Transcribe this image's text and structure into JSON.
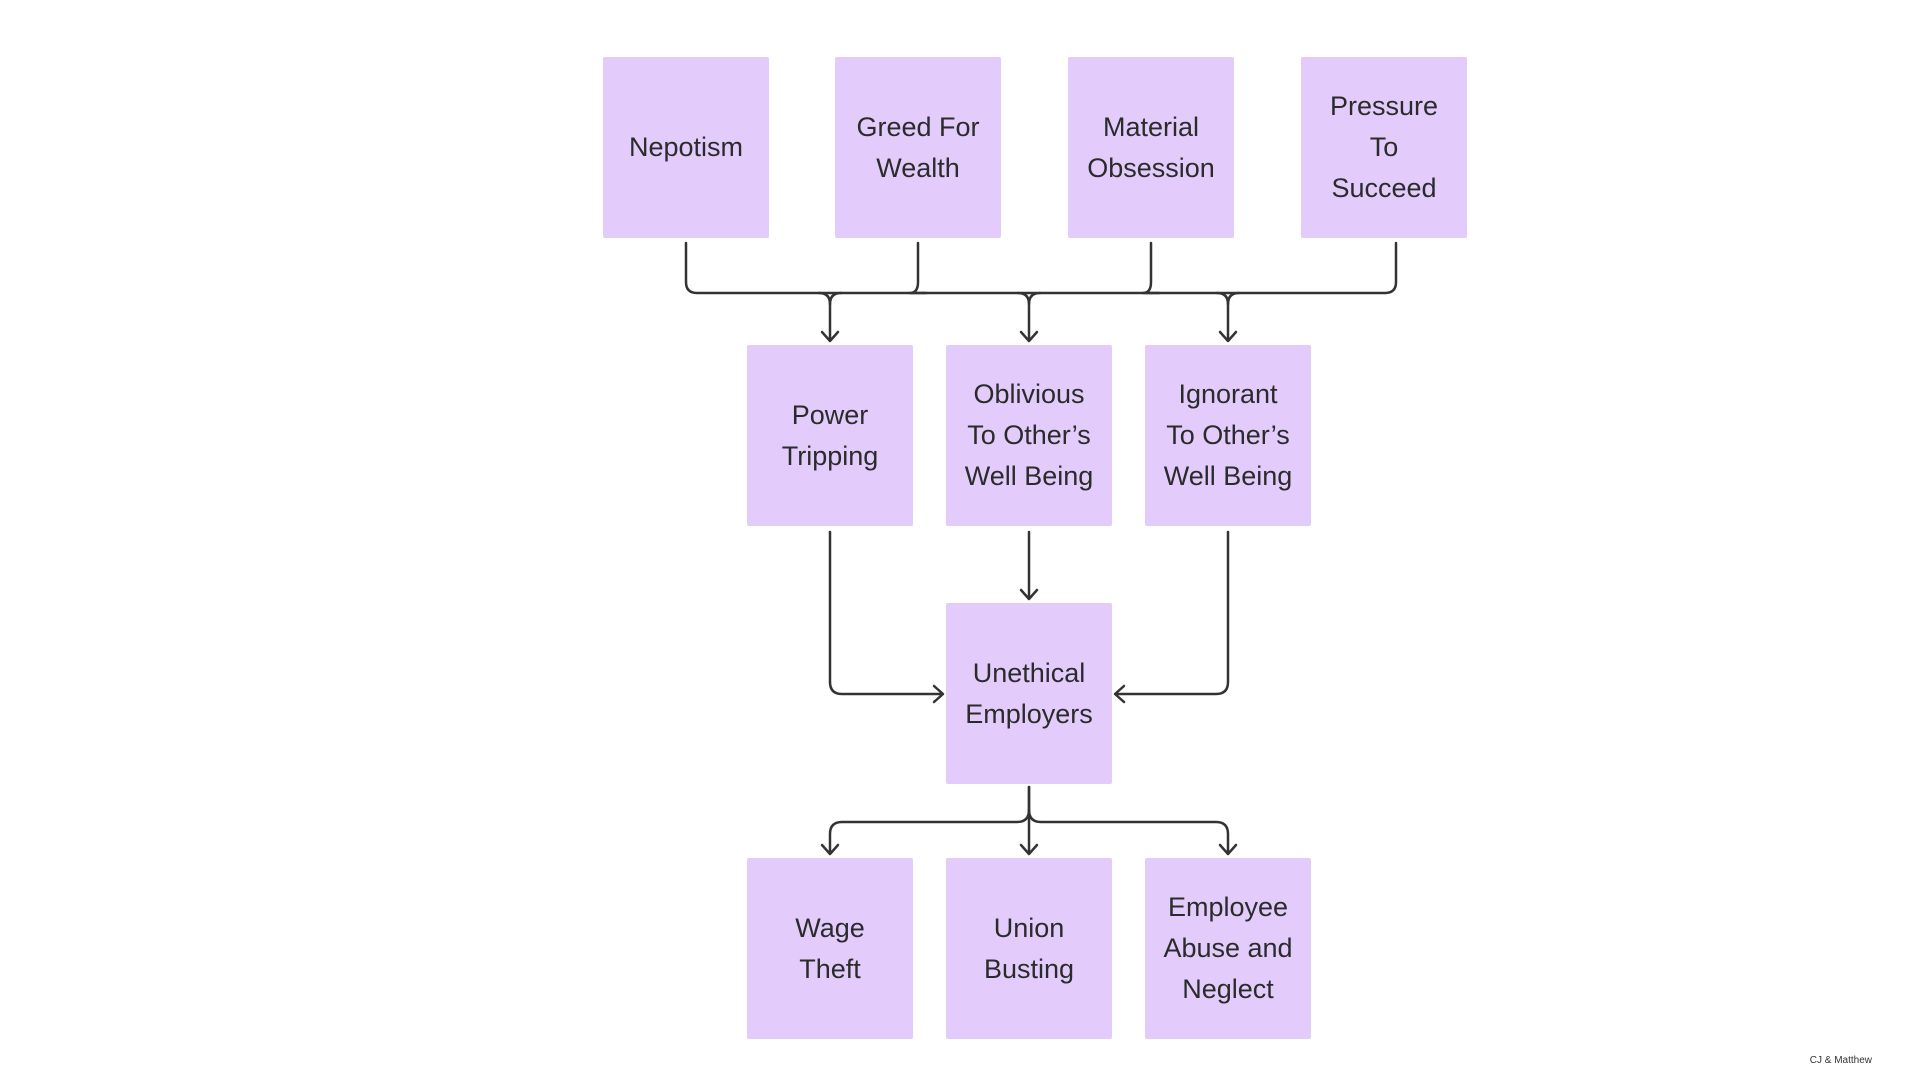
{
  "colors": {
    "node_fill": "#e3ccfb",
    "connector": "#333333",
    "text": "#2b2b2b",
    "background": "#ffffff"
  },
  "diagram": {
    "tier1": [
      {
        "label": "Nepotism"
      },
      {
        "label": "Greed For\nWealth"
      },
      {
        "label": "Material\nObsession"
      },
      {
        "label": "Pressure\nTo\nSucceed"
      }
    ],
    "tier2": [
      {
        "label": "Power\nTripping"
      },
      {
        "label": "Oblivious\nTo Other’s\nWell Being"
      },
      {
        "label": "Ignorant\nTo Other’s\nWell Being"
      }
    ],
    "center": {
      "label": "Unethical\nEmployers"
    },
    "tier3": [
      {
        "label": "Wage\nTheft"
      },
      {
        "label": "Union\nBusting"
      },
      {
        "label": "Employee\nAbuse and\nNeglect"
      }
    ]
  },
  "footer": {
    "credit": "CJ & Matthew"
  }
}
